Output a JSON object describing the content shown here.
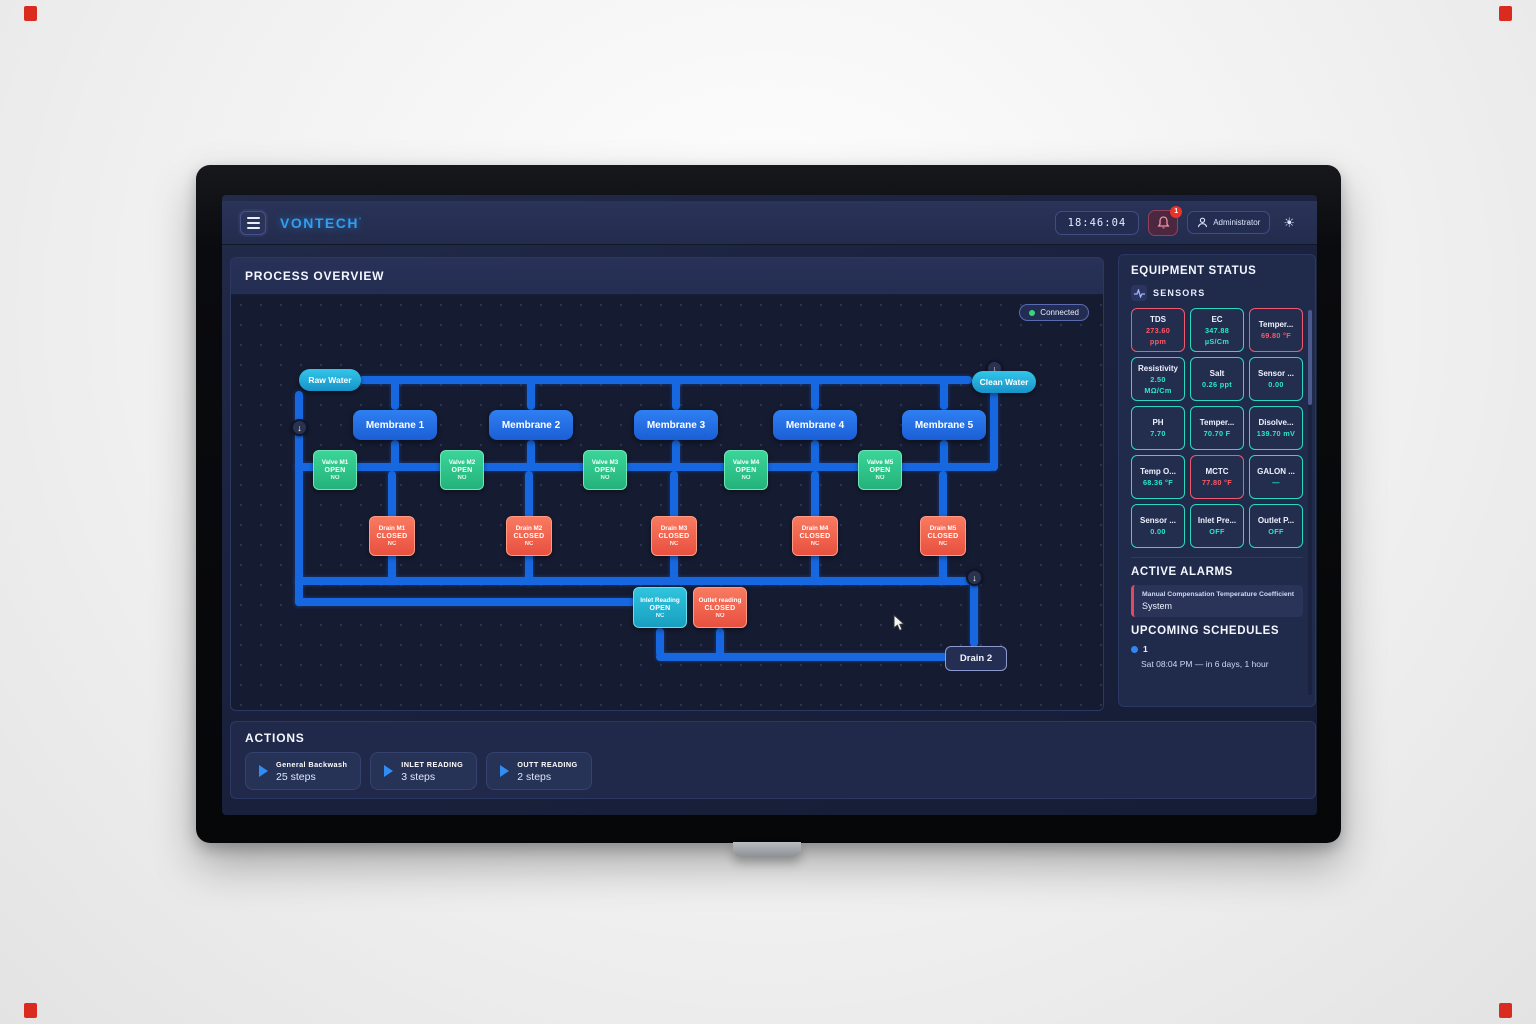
{
  "topbar": {
    "logo": "VONTECH",
    "logo_mark": "’",
    "clock": "18:46:04",
    "notification_count": "1",
    "user_label": "Administrator",
    "icons": {
      "menu": "hamburger",
      "bell": "notifications",
      "user": "person",
      "brightness": "sun"
    }
  },
  "process": {
    "title": "PROCESS OVERVIEW",
    "connection_status": "Connected",
    "nodes": {
      "raw_water": "Raw Water",
      "clean_water": "Clean Water",
      "drain2": "Drain 2"
    },
    "membranes": [
      "Membrane 1",
      "Membrane 2",
      "Membrane 3",
      "Membrane 4",
      "Membrane 5"
    ],
    "valves": [
      {
        "name": "Valve M1",
        "state": "OPEN",
        "mode": "NO"
      },
      {
        "name": "Valve M2",
        "state": "OPEN",
        "mode": "NO"
      },
      {
        "name": "Valve M3",
        "state": "OPEN",
        "mode": "NO"
      },
      {
        "name": "Valve M4",
        "state": "OPEN",
        "mode": "NO"
      },
      {
        "name": "Valve M5",
        "state": "OPEN",
        "mode": "NO"
      }
    ],
    "drains": [
      {
        "name": "Drain M1",
        "state": "CLOSED",
        "mode": "NC"
      },
      {
        "name": "Drain M2",
        "state": "CLOSED",
        "mode": "NC"
      },
      {
        "name": "Drain M3",
        "state": "CLOSED",
        "mode": "NC"
      },
      {
        "name": "Drain M4",
        "state": "CLOSED",
        "mode": "NC"
      },
      {
        "name": "Drain M5",
        "state": "CLOSED",
        "mode": "NC"
      }
    ],
    "inlet": {
      "name": "Inlet Reading",
      "state": "OPEN",
      "mode": "NC"
    },
    "outlet": {
      "name": "Outlet reading",
      "state": "CLOSED",
      "mode": "NO"
    }
  },
  "equipment": {
    "title": "EQUIPMENT STATUS",
    "sensors_label": "SENSORS",
    "tiles": [
      {
        "label": "TDS",
        "value": "273.60",
        "unit": "ppm",
        "status": "alarm"
      },
      {
        "label": "EC",
        "value": "347.88",
        "unit": "µS/Cm",
        "status": "ok"
      },
      {
        "label": "Temper...",
        "value": "69.80 °F",
        "unit": "",
        "status": "alarm"
      },
      {
        "label": "Resistivity",
        "value": "2.50",
        "unit": "MΩ/Cm",
        "status": "ok"
      },
      {
        "label": "Salt",
        "value": "0.26 ppt",
        "unit": "",
        "status": "ok"
      },
      {
        "label": "Sensor ...",
        "value": "0.00",
        "unit": "",
        "status": "ok"
      },
      {
        "label": "PH",
        "value": "7.70",
        "unit": "",
        "status": "ok"
      },
      {
        "label": "Temper...",
        "value": "70.70 F",
        "unit": "",
        "status": "ok"
      },
      {
        "label": "Disolve...",
        "value": "139.70 mV",
        "unit": "",
        "status": "ok"
      },
      {
        "label": "Temp O...",
        "value": "68.36 °F",
        "unit": "",
        "status": "ok"
      },
      {
        "label": "MCTC",
        "value": "77.80 °F",
        "unit": "",
        "status": "alarm"
      },
      {
        "label": "GALON ...",
        "value": "—",
        "unit": "",
        "status": "ok"
      },
      {
        "label": "Sensor ...",
        "value": "0.00",
        "unit": "",
        "status": "ok"
      },
      {
        "label": "Inlet Pre...",
        "value": "OFF",
        "unit": "",
        "status": "ok"
      },
      {
        "label": "Outlet P...",
        "value": "OFF",
        "unit": "",
        "status": "ok"
      }
    ]
  },
  "alarms": {
    "title": "ACTIVE ALARMS",
    "items": [
      {
        "name": "Manual Compensation Temperature Coefficient",
        "source": "System"
      }
    ]
  },
  "schedules": {
    "title": "UPCOMING SCHEDULES",
    "items": [
      {
        "index": "1",
        "when": "Sat 08:04 PM — in 6 days, 1 hour"
      }
    ]
  },
  "actions": {
    "title": "ACTIONS",
    "buttons": [
      {
        "name": "General Backwash",
        "steps": "25 steps"
      },
      {
        "name": "INLET READING",
        "steps": "3 steps"
      },
      {
        "name": "OUTT READING",
        "steps": "2 steps"
      }
    ]
  },
  "colors": {
    "accent_blue": "#2f9ff5",
    "pipe_blue": "#1768e0",
    "ok_teal": "#2be8c8",
    "alarm_red": "#ff5964",
    "valve_green": "#2ec98c",
    "drain_red": "#f4604e",
    "water_cyan": "#24b6dd",
    "membrane_blue": "#2374ec",
    "connected_green": "#37d67a"
  }
}
